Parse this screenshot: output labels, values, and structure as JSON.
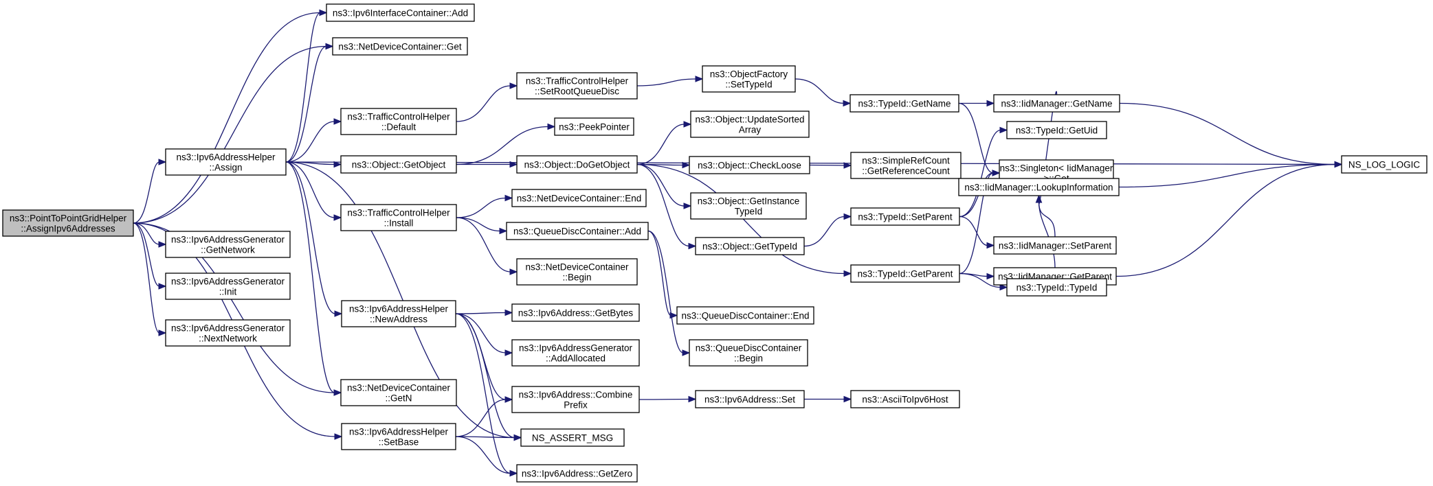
{
  "nodes": [
    {
      "id": "root",
      "lines": [
        "ns3::PointToPointGridHelper",
        "::AssignIpv6Addresses"
      ],
      "root": true
    },
    {
      "id": "ifaceAdd",
      "lines": [
        "ns3::Ipv6InterfaceContainer::Add"
      ]
    },
    {
      "id": "ndcGet",
      "lines": [
        "ns3::NetDeviceContainer::Get"
      ]
    },
    {
      "id": "assign",
      "lines": [
        "ns3::Ipv6AddressHelper",
        "::Assign"
      ]
    },
    {
      "id": "tchDefault",
      "lines": [
        "ns3::TrafficControlHelper",
        "::Default"
      ]
    },
    {
      "id": "tchSetRoot",
      "lines": [
        "ns3::TrafficControlHelper",
        "::SetRootQueueDisc"
      ]
    },
    {
      "id": "ofSetTypeId",
      "lines": [
        "ns3::ObjectFactory",
        "::SetTypeId"
      ]
    },
    {
      "id": "tidGetName",
      "lines": [
        "ns3::TypeId::GetName"
      ]
    },
    {
      "id": "iidGetName",
      "lines": [
        "ns3::IidManager::GetName"
      ]
    },
    {
      "id": "nsLogLogic",
      "lines": [
        "NS_LOG_LOGIC"
      ]
    },
    {
      "id": "peekPointer",
      "lines": [
        "ns3::PeekPointer"
      ]
    },
    {
      "id": "objUpdateSorted",
      "lines": [
        "ns3::Object::UpdateSorted",
        "Array"
      ]
    },
    {
      "id": "objGetObject",
      "lines": [
        "ns3::Object::GetObject"
      ]
    },
    {
      "id": "objDoGetObject",
      "lines": [
        "ns3::Object::DoGetObject"
      ]
    },
    {
      "id": "objCheckLoose",
      "lines": [
        "ns3::Object::CheckLoose"
      ]
    },
    {
      "id": "srcGetRef",
      "lines": [
        "ns3::SimpleRefCount",
        "::GetReferenceCount"
      ]
    },
    {
      "id": "tidGetUid",
      "lines": [
        "ns3::TypeId::GetUid"
      ]
    },
    {
      "id": "singletonGet",
      "lines": [
        "ns3::Singleton< IidManager",
        ">::Get"
      ]
    },
    {
      "id": "iidLookup",
      "lines": [
        "ns3::IidManager::LookupInformation"
      ]
    },
    {
      "id": "objGetInstance",
      "lines": [
        "ns3::Object::GetInstance",
        "TypeId"
      ]
    },
    {
      "id": "tchInstall",
      "lines": [
        "ns3::TrafficControlHelper",
        "::Install"
      ]
    },
    {
      "id": "ndcEnd",
      "lines": [
        "ns3::NetDeviceContainer::End"
      ]
    },
    {
      "id": "qdcAdd",
      "lines": [
        "ns3::QueueDiscContainer::Add"
      ]
    },
    {
      "id": "tidSetParent",
      "lines": [
        "ns3::TypeId::SetParent"
      ]
    },
    {
      "id": "iidSetParent",
      "lines": [
        "ns3::IidManager::SetParent"
      ]
    },
    {
      "id": "objGetTypeId",
      "lines": [
        "ns3::Object::GetTypeId"
      ]
    },
    {
      "id": "tidGetParent",
      "lines": [
        "ns3::TypeId::GetParent"
      ]
    },
    {
      "id": "iidGetParent",
      "lines": [
        "ns3::IidManager::GetParent"
      ]
    },
    {
      "id": "genGetNetwork",
      "lines": [
        "ns3::Ipv6AddressGenerator",
        "::GetNetwork"
      ]
    },
    {
      "id": "ndcBegin",
      "lines": [
        "ns3::NetDeviceContainer",
        "::Begin"
      ]
    },
    {
      "id": "tidTypeId",
      "lines": [
        "ns3::TypeId::TypeId"
      ]
    },
    {
      "id": "genInit",
      "lines": [
        "ns3::Ipv6AddressGenerator",
        "::Init"
      ]
    },
    {
      "id": "newAddress",
      "lines": [
        "ns3::Ipv6AddressHelper",
        "::NewAddress"
      ]
    },
    {
      "id": "addrGetBytes",
      "lines": [
        "ns3::Ipv6Address::GetBytes"
      ]
    },
    {
      "id": "qdcEnd",
      "lines": [
        "ns3::QueueDiscContainer::End"
      ]
    },
    {
      "id": "genNextNetwork",
      "lines": [
        "ns3::Ipv6AddressGenerator",
        "::NextNetwork"
      ]
    },
    {
      "id": "genAddAllocated",
      "lines": [
        "ns3::Ipv6AddressGenerator",
        "::AddAllocated"
      ]
    },
    {
      "id": "qdcBegin",
      "lines": [
        "ns3::QueueDiscContainer",
        "::Begin"
      ]
    },
    {
      "id": "ndcGetN",
      "lines": [
        "ns3::NetDeviceContainer",
        "::GetN"
      ]
    },
    {
      "id": "addrCombine",
      "lines": [
        "ns3::Ipv6Address::Combine",
        "Prefix"
      ]
    },
    {
      "id": "addrSet",
      "lines": [
        "ns3::Ipv6Address::Set"
      ]
    },
    {
      "id": "asciiHost",
      "lines": [
        "ns3::AsciiToIpv6Host"
      ]
    },
    {
      "id": "setBase",
      "lines": [
        "ns3::Ipv6AddressHelper",
        "::SetBase"
      ]
    },
    {
      "id": "nsAssertMsg",
      "lines": [
        "NS_ASSERT_MSG"
      ]
    },
    {
      "id": "addrGetZero",
      "lines": [
        "ns3::Ipv6Address::GetZero"
      ]
    }
  ],
  "edges": [
    [
      "root",
      "ifaceAdd"
    ],
    [
      "root",
      "ndcGet"
    ],
    [
      "root",
      "assign"
    ],
    [
      "root",
      "genGetNetwork"
    ],
    [
      "root",
      "genInit"
    ],
    [
      "root",
      "genNextNetwork"
    ],
    [
      "root",
      "ndcGetN"
    ],
    [
      "root",
      "setBase"
    ],
    [
      "assign",
      "ifaceAdd"
    ],
    [
      "assign",
      "ndcGet"
    ],
    [
      "assign",
      "nsLogLogic"
    ],
    [
      "assign",
      "tchDefault"
    ],
    [
      "assign",
      "objGetObject"
    ],
    [
      "assign",
      "tchInstall"
    ],
    [
      "assign",
      "newAddress"
    ],
    [
      "assign",
      "ndcGetN"
    ],
    [
      "assign",
      "nsAssertMsg"
    ],
    [
      "tchDefault",
      "tchSetRoot"
    ],
    [
      "tchSetRoot",
      "ofSetTypeId"
    ],
    [
      "ofSetTypeId",
      "tidGetName"
    ],
    [
      "tidGetName",
      "iidGetName"
    ],
    [
      "tidGetName",
      "singletonGet"
    ],
    [
      "iidGetName",
      "nsLogLogic"
    ],
    [
      "iidGetName",
      "iidLookup"
    ],
    [
      "iidLookup",
      "nsLogLogic"
    ],
    [
      "objGetObject",
      "peekPointer"
    ],
    [
      "objGetObject",
      "objDoGetObject"
    ],
    [
      "objDoGetObject",
      "objUpdateSorted"
    ],
    [
      "objDoGetObject",
      "objCheckLoose"
    ],
    [
      "objDoGetObject",
      "objGetInstance"
    ],
    [
      "objDoGetObject",
      "objGetTypeId"
    ],
    [
      "objDoGetObject",
      "tidGetParent"
    ],
    [
      "objCheckLoose",
      "srcGetRef"
    ],
    [
      "objGetTypeId",
      "tidSetParent"
    ],
    [
      "tidSetParent",
      "tidGetUid"
    ],
    [
      "tidSetParent",
      "singletonGet"
    ],
    [
      "tidSetParent",
      "iidSetParent"
    ],
    [
      "iidSetParent",
      "iidLookup"
    ],
    [
      "tidGetParent",
      "singletonGet"
    ],
    [
      "tidGetParent",
      "iidGetParent"
    ],
    [
      "tidGetParent",
      "tidTypeId"
    ],
    [
      "iidGetParent",
      "iidLookup"
    ],
    [
      "iidGetParent",
      "nsLogLogic"
    ],
    [
      "tchInstall",
      "ndcEnd"
    ],
    [
      "tchInstall",
      "qdcAdd"
    ],
    [
      "tchInstall",
      "ndcBegin"
    ],
    [
      "qdcAdd",
      "qdcEnd"
    ],
    [
      "qdcAdd",
      "qdcBegin"
    ],
    [
      "newAddress",
      "addrGetBytes"
    ],
    [
      "newAddress",
      "genAddAllocated"
    ],
    [
      "newAddress",
      "addrCombine"
    ],
    [
      "newAddress",
      "nsAssertMsg"
    ],
    [
      "newAddress",
      "addrGetZero"
    ],
    [
      "addrCombine",
      "addrSet"
    ],
    [
      "addrSet",
      "asciiHost"
    ],
    [
      "setBase",
      "addrCombine"
    ],
    [
      "setBase",
      "nsAssertMsg"
    ],
    [
      "setBase",
      "addrGetZero"
    ]
  ]
}
